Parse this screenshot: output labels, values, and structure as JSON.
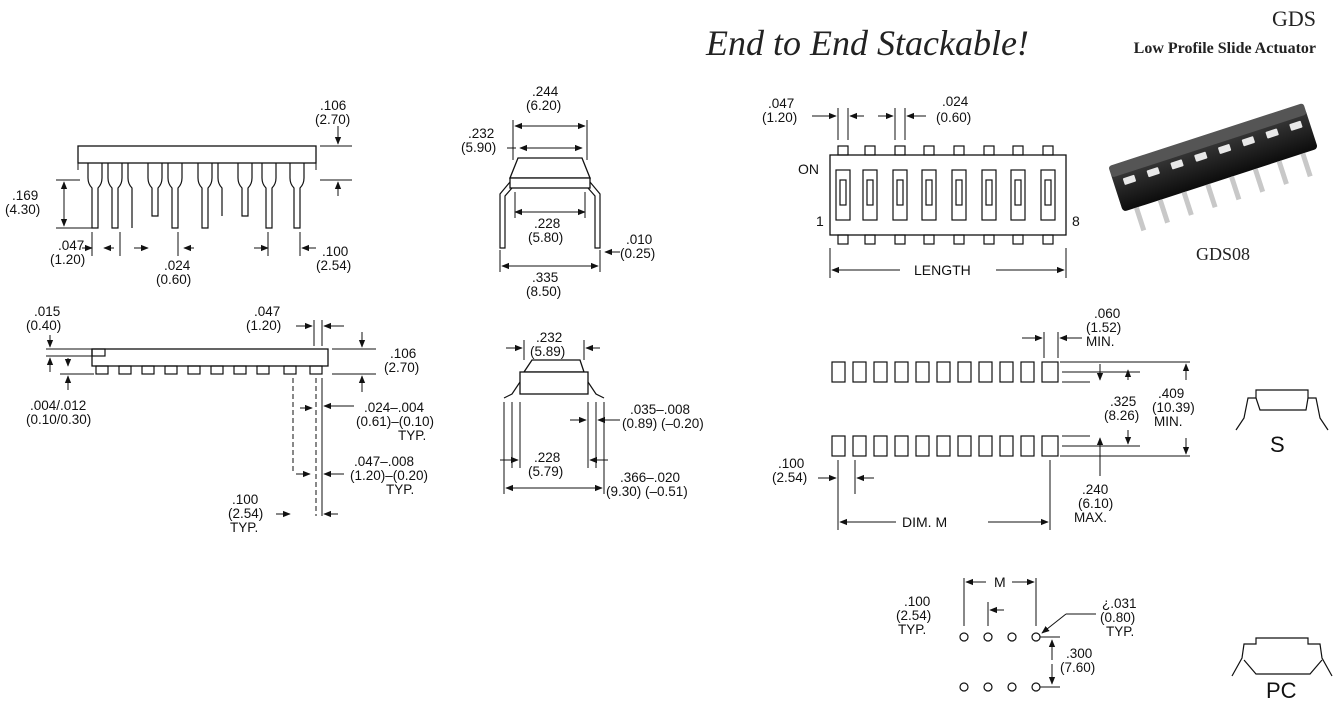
{
  "header": {
    "series": "GDS",
    "product_name": "Low Profile Slide Actuator",
    "tagline": "End to End Stackable!"
  },
  "photo": {
    "caption": "GDS08",
    "icon": "dip-switch-photo"
  },
  "side_view": {
    "height_in": ".106",
    "height_mm": "(2.70)",
    "lead_len_in": ".169",
    "lead_len_mm": "(4.30)",
    "lead_w_in": ".047",
    "lead_w_mm": "(1.20)",
    "lead_gap_in": ".024",
    "lead_gap_mm": "(0.60)",
    "pitch_in": ".100",
    "pitch_mm": "(2.54)"
  },
  "end_view": {
    "width_in": ".244",
    "width_mm": "(6.20)",
    "body_in": ".232",
    "body_mm": "(5.90)",
    "inner_in": ".228",
    "inner_mm": "(5.80)",
    "thick_in": ".010",
    "thick_mm": "(0.25)",
    "span_in": ".335",
    "span_mm": "(8.50)"
  },
  "top_view": {
    "pin_in": ".047",
    "pin_mm": "(1.20)",
    "gap_in": ".024",
    "gap_mm": "(0.60)",
    "on_label": "ON",
    "pos_first": "1",
    "pos_last": "8",
    "length_label": "LENGTH"
  },
  "smt_side": {
    "top_in": ".015",
    "top_mm": "(0.40)",
    "tab_in": ".047",
    "tab_mm": "(1.20)",
    "height_in": ".106",
    "height_mm": "(2.70)",
    "standoff_in": ".004/.012",
    "standoff_mm": "(0.10/0.30)",
    "pad_tol_in": ".024–.004",
    "pad_tol_mm": "(0.61)–(0.10)",
    "pad_tol_typ": "TYP.",
    "lead_tol_in": ".047–.008",
    "lead_tol_mm": "(1.20)–(0.20)",
    "lead_tol_typ": "TYP.",
    "pitch_in": ".100",
    "pitch_mm": "(2.54)",
    "pitch_typ": "TYP."
  },
  "smt_end": {
    "top_in": ".232",
    "top_mm": "(5.89)",
    "foot_in": ".035–.008",
    "foot_mm": "(0.89) (–0.20)",
    "inner_in": ".228",
    "inner_mm": "(5.79)",
    "span_in": ".366–.020",
    "span_mm": "(9.30) (–0.51)"
  },
  "land_pattern": {
    "pad_in": ".060",
    "pad_mm": "(1.52)",
    "pad_note": "MIN.",
    "row_in": ".325",
    "row_mm": "(8.26)",
    "outer_in": ".409",
    "outer_mm": "(10.39)",
    "outer_note": "MIN.",
    "pitch_in": ".100",
    "pitch_mm": "(2.54)",
    "inner_in": ".240",
    "inner_mm": "(6.10)",
    "inner_note": "MAX.",
    "dim_label": "DIM. M",
    "style_label": "S"
  },
  "pc_pattern": {
    "m_label": "M",
    "pitch_in": ".100",
    "pitch_mm": "(2.54)",
    "pitch_typ": "TYP.",
    "hole_in": "¿.031",
    "hole_mm": "(0.80)",
    "hole_typ": "TYP.",
    "row_in": ".300",
    "row_mm": "(7.60)",
    "style_label": "PC"
  }
}
